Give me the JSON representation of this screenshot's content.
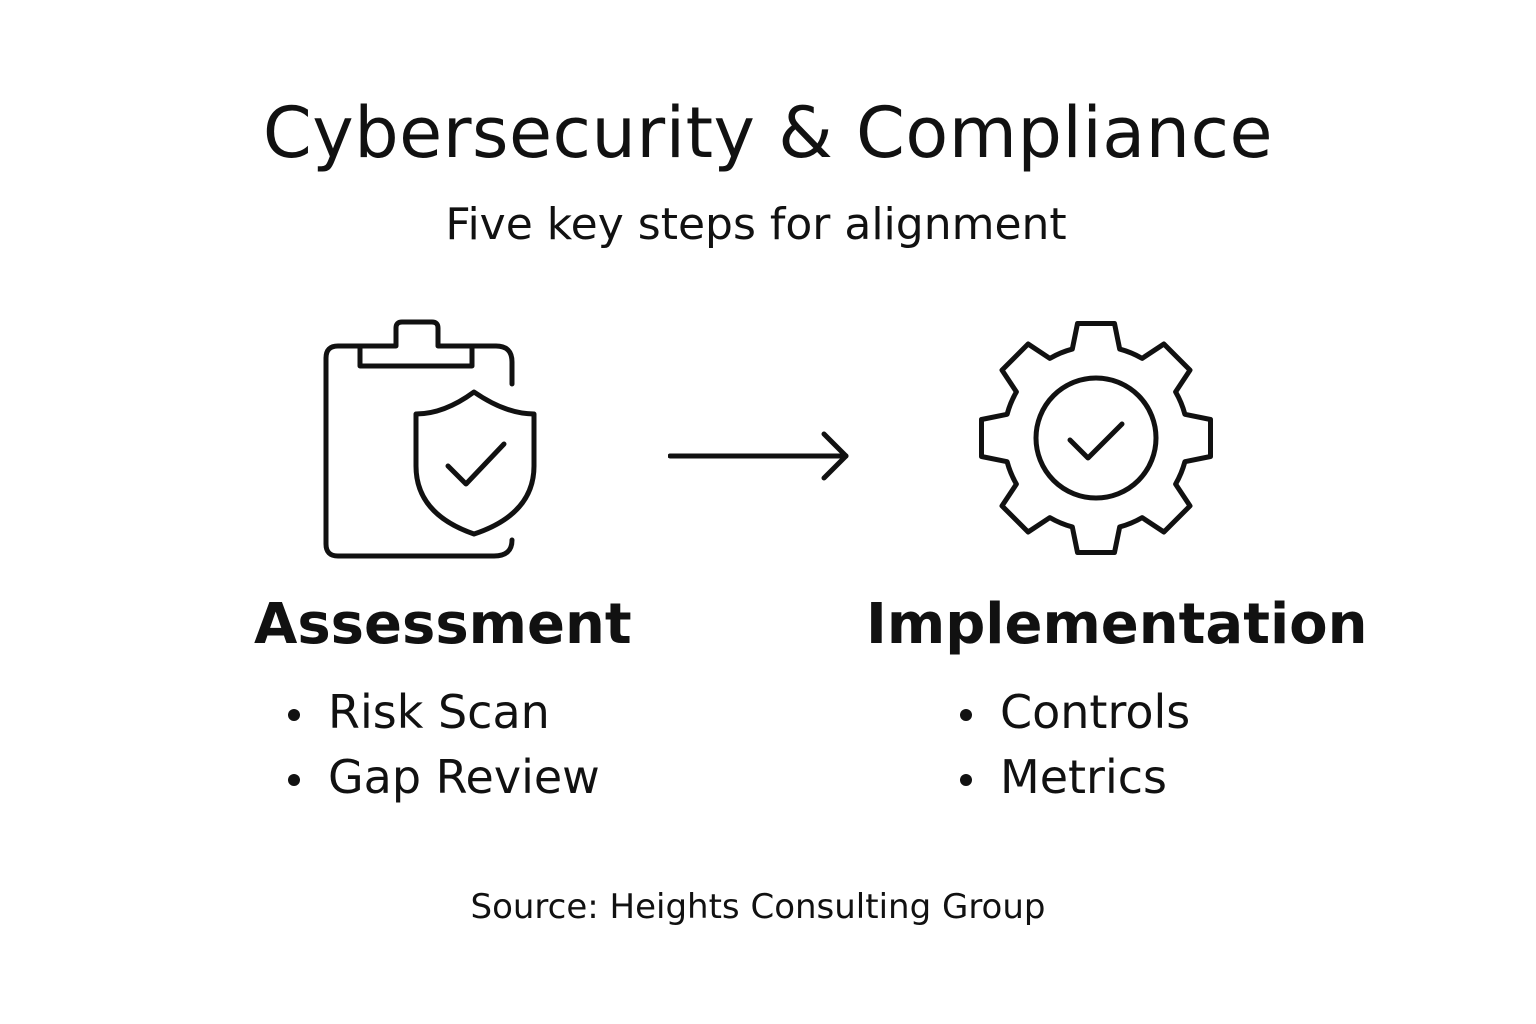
{
  "header": {
    "title": "Cybersecurity & Compliance",
    "subtitle": "Five key steps for alignment"
  },
  "steps": [
    {
      "heading": "Assessment",
      "icon": "clipboard-shield-check-icon",
      "items": [
        "Risk Scan",
        "Gap Review"
      ]
    },
    {
      "heading": "Implementation",
      "icon": "gear-check-icon",
      "items": [
        "Controls",
        "Metrics"
      ]
    }
  ],
  "connector_icon": "arrow-right-icon",
  "footer": {
    "source": "Source: Heights Consulting Group"
  },
  "colors": {
    "ink": "#111111",
    "background": "#ffffff"
  }
}
